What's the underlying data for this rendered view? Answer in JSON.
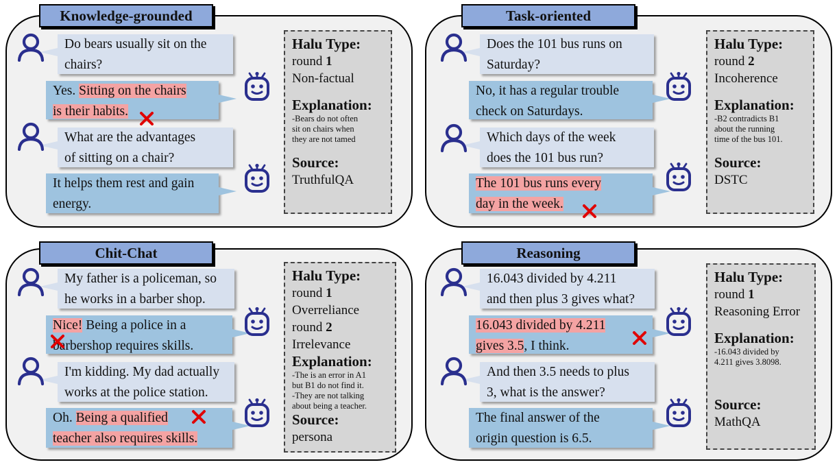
{
  "panels": [
    {
      "title": "Knowledge-grounded",
      "bubbles": [
        {
          "role": "user",
          "segments": [
            [
              "Do bears usually sit on the",
              false
            ],
            [
              "\n",
              false
            ],
            [
              "chairs?",
              false
            ]
          ]
        },
        {
          "role": "bot",
          "segments": [
            [
              "Yes. ",
              false
            ],
            [
              "Sitting on the chairs",
              true
            ],
            [
              "\n",
              false
            ],
            [
              "is their habits.",
              true
            ]
          ]
        },
        {
          "role": "user",
          "segments": [
            [
              "What are the advantages",
              false
            ],
            [
              "\n",
              false
            ],
            [
              "of sitting on a chair?",
              false
            ]
          ]
        },
        {
          "role": "bot",
          "segments": [
            [
              "It helps them rest and gain",
              false
            ],
            [
              "\n",
              false
            ],
            [
              "energy.",
              false
            ]
          ]
        }
      ],
      "info": {
        "halu_label": "Halu Type:",
        "rounds": [
          {
            "word": "round",
            "num": "1",
            "type": "Non-factual"
          }
        ],
        "explanation_label": "Explanation:",
        "explanation": [
          "-Bears do not often",
          "sit on chairs when",
          "they are not tamed"
        ],
        "source_label": "Source:",
        "source": "TruthfulQA"
      }
    },
    {
      "title": "Task-oriented",
      "bubbles": [
        {
          "role": "user",
          "segments": [
            [
              "Does the 101 bus runs on",
              false
            ],
            [
              "\n",
              false
            ],
            [
              "Saturday?",
              false
            ]
          ]
        },
        {
          "role": "bot",
          "segments": [
            [
              "No, it has a regular trouble",
              false
            ],
            [
              "\n",
              false
            ],
            [
              "check on Saturdays.",
              false
            ]
          ]
        },
        {
          "role": "user",
          "segments": [
            [
              "Which days of the week",
              false
            ],
            [
              "\n",
              false
            ],
            [
              "does the 101 bus run?",
              false
            ]
          ]
        },
        {
          "role": "bot",
          "segments": [
            [
              "The 101 bus runs every",
              true
            ],
            [
              "\n",
              false
            ],
            [
              "day in the week.",
              true
            ]
          ]
        }
      ],
      "info": {
        "halu_label": "Halu Type:",
        "rounds": [
          {
            "word": "round",
            "num": "2",
            "type": "Incoherence"
          }
        ],
        "explanation_label": "Explanation:",
        "explanation": [
          "-B2 contradicts B1",
          "about the running",
          "time of the bus 101."
        ],
        "source_label": "Source:",
        "source": "DSTC"
      }
    },
    {
      "title": "Chit-Chat",
      "bubbles": [
        {
          "role": "user",
          "segments": [
            [
              "My father is a policeman, so",
              false
            ],
            [
              "\n",
              false
            ],
            [
              "he works in a barber shop.",
              false
            ]
          ]
        },
        {
          "role": "bot",
          "segments": [
            [
              "Nice!",
              true
            ],
            [
              " Being a police in a",
              false
            ],
            [
              "\n",
              false
            ],
            [
              "barbershop requires skills.",
              false
            ]
          ]
        },
        {
          "role": "user",
          "segments": [
            [
              "I'm kidding. My dad actually",
              false
            ],
            [
              "\n",
              false
            ],
            [
              "works at the police station.",
              false
            ]
          ]
        },
        {
          "role": "bot",
          "segments": [
            [
              "Oh. ",
              false
            ],
            [
              "Being a qualified",
              true
            ],
            [
              "\n",
              false
            ],
            [
              "teacher also requires skills.",
              true
            ]
          ]
        }
      ],
      "info": {
        "halu_label": "Halu Type:",
        "rounds": [
          {
            "word": "round",
            "num": "1",
            "type": "Overreliance"
          },
          {
            "word": "round",
            "num": "2",
            "type": "Irrelevance"
          }
        ],
        "explanation_label": "Explanation:",
        "explanation": [
          "-The is an error in A1",
          "but B1 do not find it.",
          "-They are not talking",
          "about being a teacher."
        ],
        "source_label": "Source:",
        "source": "persona"
      }
    },
    {
      "title": "Reasoning",
      "bubbles": [
        {
          "role": "user",
          "segments": [
            [
              "16.043 divided by 4.211",
              false
            ],
            [
              "\n",
              false
            ],
            [
              "and then plus 3 gives what?",
              false
            ]
          ]
        },
        {
          "role": "bot",
          "segments": [
            [
              "16.043 divided by 4.211",
              true
            ],
            [
              "\n",
              false
            ],
            [
              "gives 3.5",
              true
            ],
            [
              ", I think.",
              false
            ]
          ]
        },
        {
          "role": "user",
          "segments": [
            [
              "And then 3.5 needs to plus",
              false
            ],
            [
              "\n",
              false
            ],
            [
              "3, what is the answer?",
              false
            ]
          ]
        },
        {
          "role": "bot",
          "segments": [
            [
              "The final answer of the",
              false
            ],
            [
              "\n",
              false
            ],
            [
              "origin question is 6.5.",
              false
            ]
          ]
        }
      ],
      "info": {
        "halu_label": "Halu Type:",
        "rounds": [
          {
            "word": "round",
            "num": "1",
            "type": "Reasoning Error"
          }
        ],
        "explanation_label": "Explanation:",
        "explanation": [
          "-16.043 divided by",
          "4.211 gives 3.8098."
        ],
        "source_label": "Source:",
        "source": "MathQA"
      }
    }
  ],
  "colors": {
    "panel_bg": "#f1f1f1",
    "title_bg": "#8ea9db",
    "user_bubble": "#d7e0ee",
    "bot_bubble": "#9ec3df",
    "highlight": "#f4a3a3",
    "info_bg": "#d6d6d6",
    "icon": "#2a2f8e",
    "cross": "#e00000"
  },
  "icons": {
    "user": "user-icon",
    "bot": "robot-icon",
    "mark": "red-cross-icon"
  }
}
